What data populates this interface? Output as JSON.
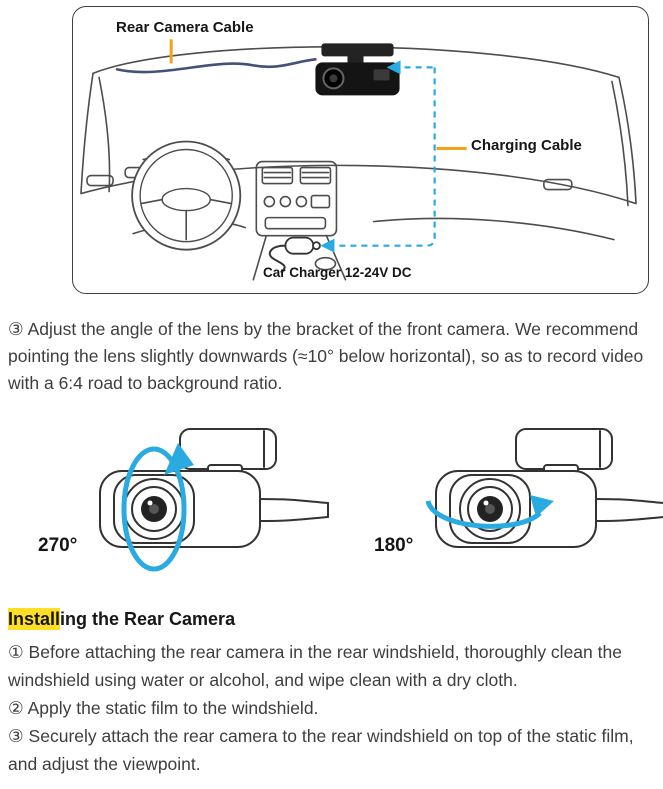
{
  "diagram": {
    "rear_camera_cable_label": "Rear Camera Cable",
    "charging_cable_label": "Charging Cable",
    "car_charger_label": "Car Charger 12-24V DC",
    "colors": {
      "charging_cable_dash": "#29abe2",
      "label_pointer_orange": "#f5a21b",
      "rear_cable_blue": "#44517a"
    }
  },
  "adjust_section": {
    "text": "③ Adjust the angle of the lens by the bracket of the front camera. We recommend pointing the lens slightly downwards (≈10° below horizontal), so as to record video with a 6:4 road to background ratio."
  },
  "rotation": {
    "left_angle": "270°",
    "right_angle": "180°",
    "arrow_color": "#29abe2"
  },
  "installing": {
    "heading_highlight": "Install",
    "heading_rest": "ing the Rear Camera",
    "highlight_color": "#ffdf26",
    "steps": [
      "① Before attaching the rear camera in the rear windshield, thoroughly clean the windshield using water or alcohol, and wipe clean with a dry cloth.",
      "② Apply the static film to the windshield.",
      "③ Securely attach the rear camera to the rear windshield on top of the static film, and adjust the viewpoint."
    ]
  }
}
